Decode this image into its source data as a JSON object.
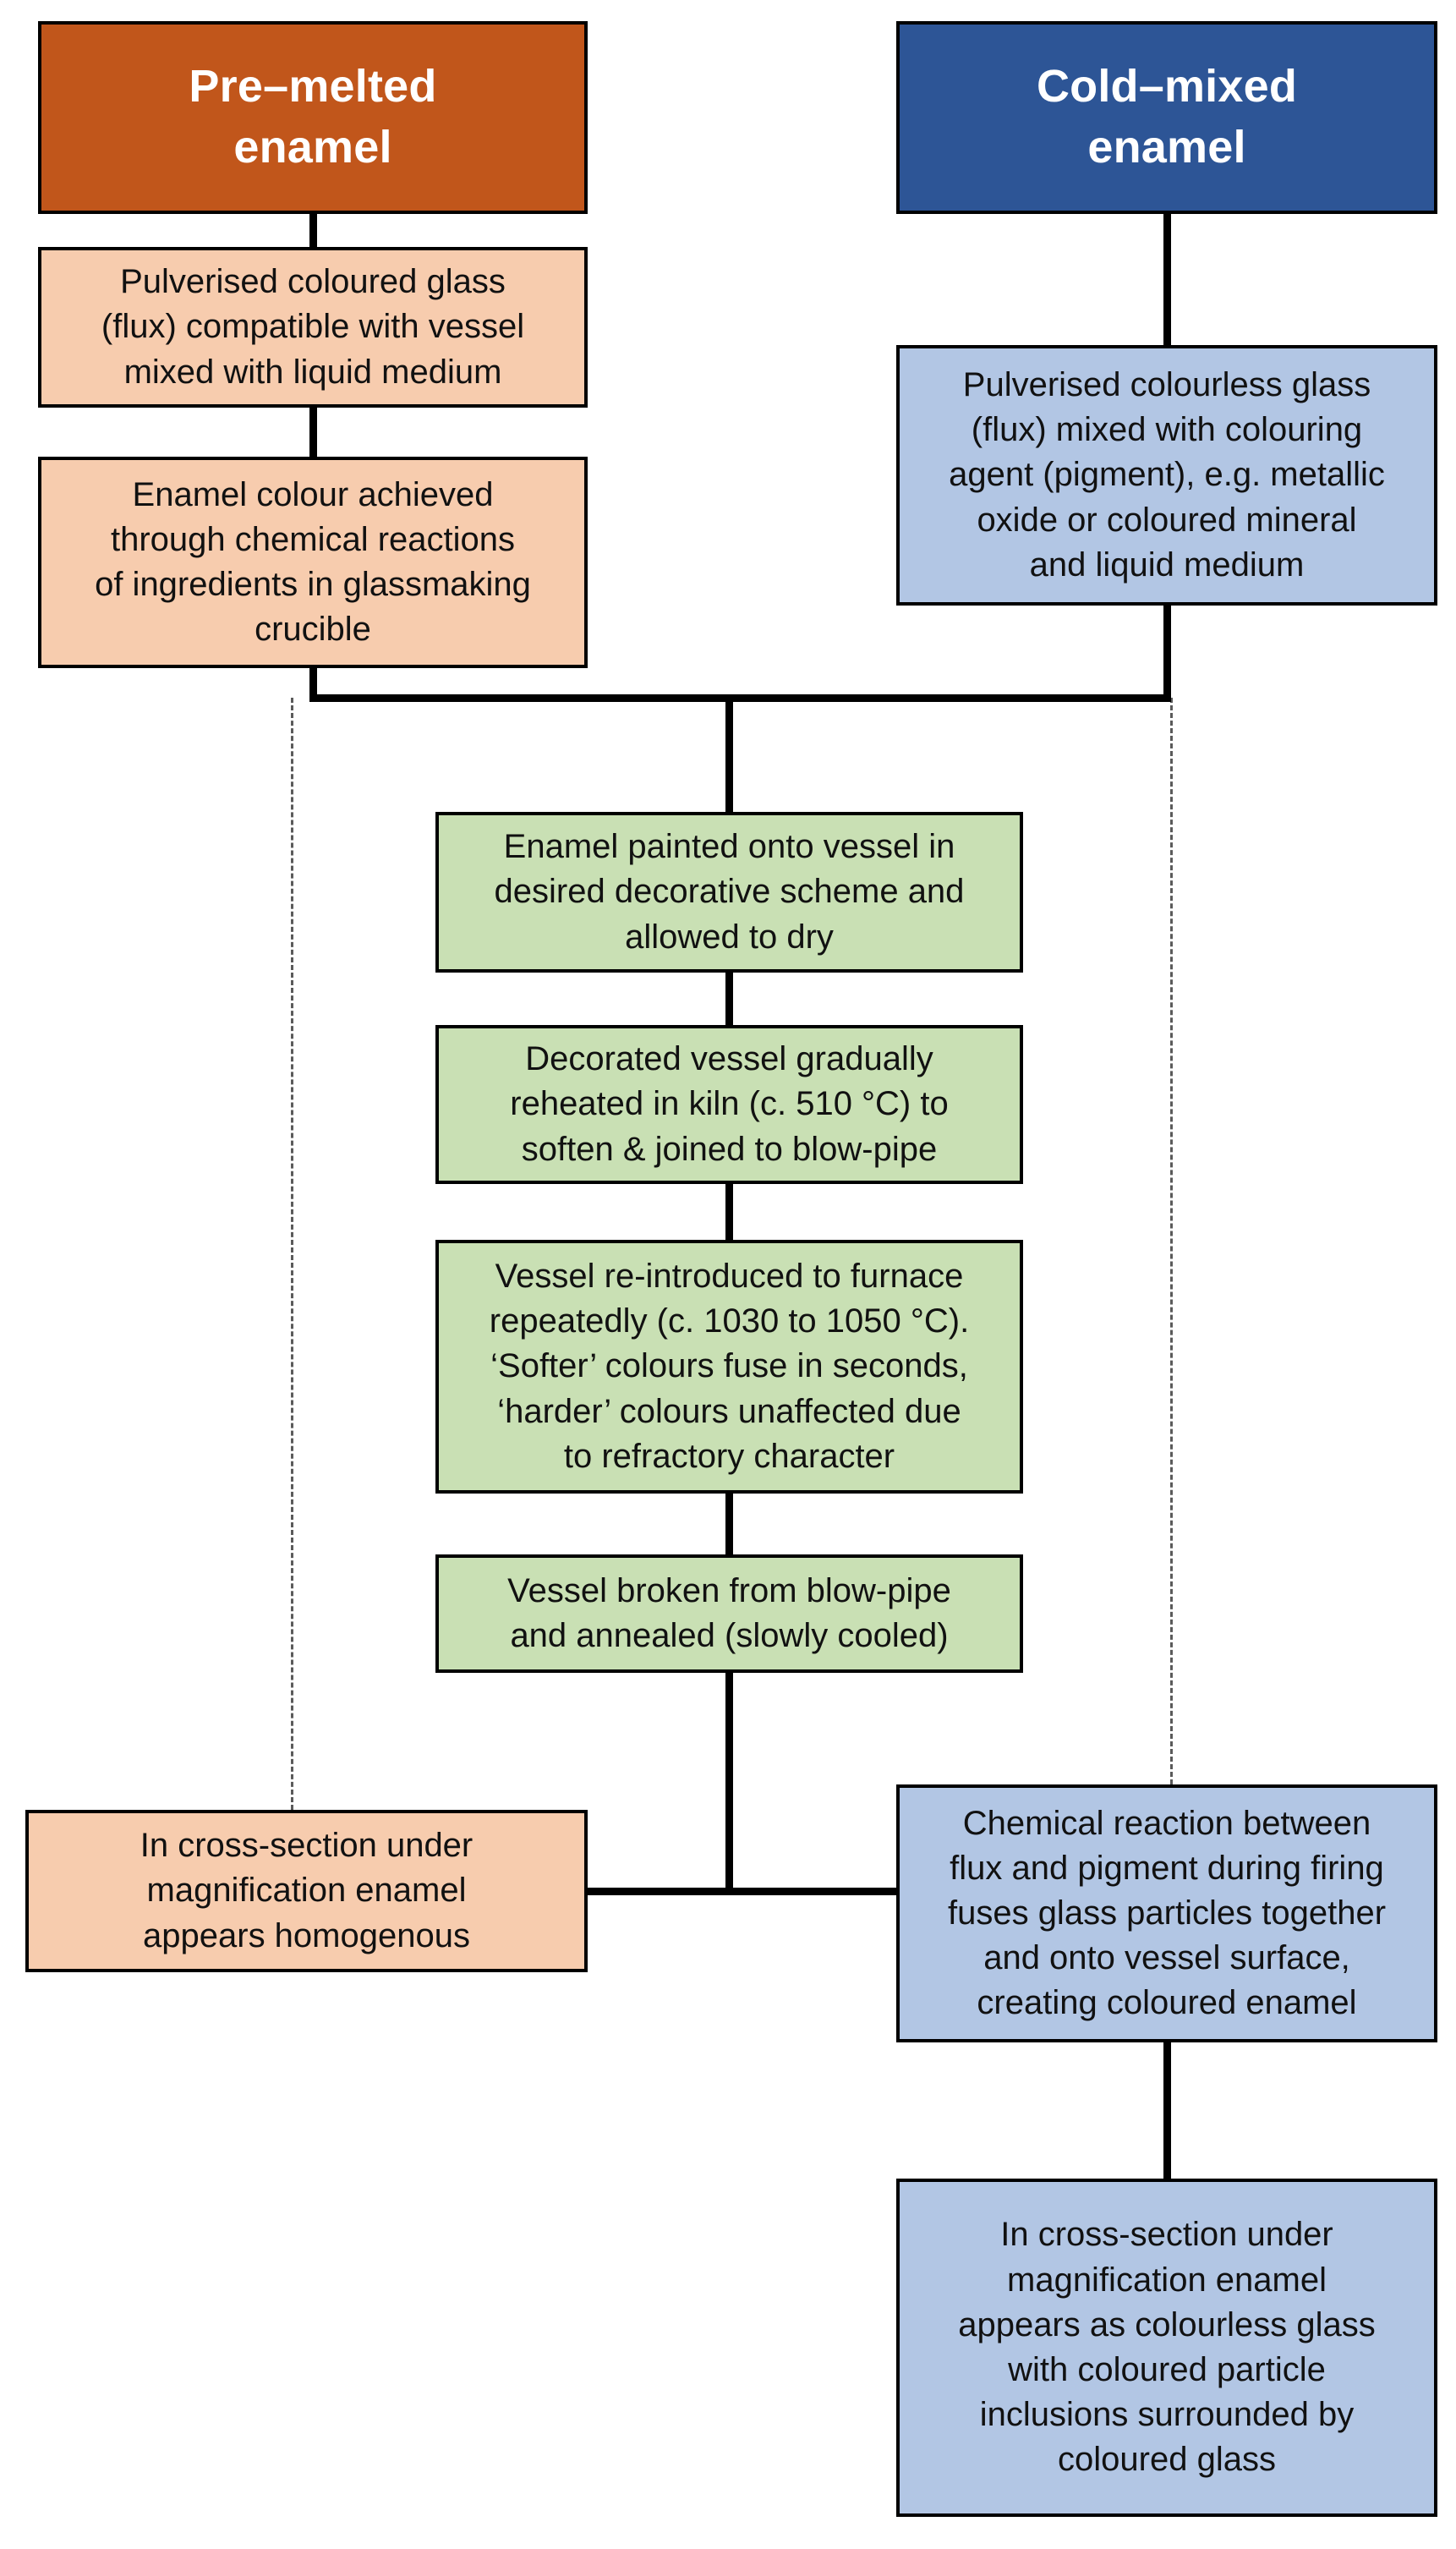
{
  "diagram": {
    "title": "Enamel production flowchart",
    "colors": {
      "premelted_header": "#C1561B",
      "coldmixed_header": "#2D5596",
      "premelted_box": "#F7CCAE",
      "coldmixed_box": "#B2C6E4",
      "shared_box": "#C9E0B4",
      "connector": "#000000",
      "dashed_connector": "#5A5A5A"
    },
    "branches": {
      "left": {
        "header": "Pre–melted\nenamel",
        "steps": [
          "Pulverised coloured glass\n(flux) compatible with vessel\nmixed with liquid medium",
          "Enamel colour achieved\nthrough chemical reactions\nof ingredients in glassmaking\ncrucible"
        ],
        "outcome": "In cross-section under\nmagnification enamel\nappears homogenous"
      },
      "right": {
        "header": "Cold–mixed\nenamel",
        "steps": [
          "Pulverised colourless glass\n(flux) mixed with colouring\nagent (pigment), e.g. metallic\noxide or coloured mineral\nand liquid medium"
        ],
        "outcome_reaction": "Chemical reaction between\nflux and pigment during firing\nfuses glass particles together\nand onto vessel surface,\ncreating coloured enamel",
        "outcome": "In cross-section under\nmagnification enamel\nappears as colourless glass\nwith coloured particle\ninclusions surrounded by\ncoloured glass"
      },
      "shared": {
        "steps": [
          "Enamel painted onto vessel in\ndesired decorative scheme and\nallowed to dry",
          "Decorated vessel gradually\nreheated in kiln (c. 510 °C) to\nsoften & joined to blow-pipe",
          "Vessel re-introduced to furnace\nrepeatedly (c. 1030 to 1050 °C).\n‘Softer’ colours fuse in seconds,\n‘harder’ colours unaffected due\nto refractory character",
          "Vessel broken from blow-pipe\nand annealed (slowly cooled)"
        ]
      }
    }
  },
  "chart_data": {
    "type": "diagram",
    "subtype": "flowchart",
    "title": "Pre–melted vs Cold–mixed enamel production",
    "nodes": [
      {
        "id": "L0",
        "label": "Pre–melted enamel",
        "lane": "left",
        "style": "header-orange"
      },
      {
        "id": "L1",
        "label": "Pulverised coloured glass (flux) compatible with vessel mixed with liquid medium",
        "lane": "left",
        "style": "peach"
      },
      {
        "id": "L2",
        "label": "Enamel colour achieved through chemical reactions of ingredients in glassmaking crucible",
        "lane": "left",
        "style": "peach"
      },
      {
        "id": "R0",
        "label": "Cold–mixed enamel",
        "lane": "right",
        "style": "header-blue"
      },
      {
        "id": "R1",
        "label": "Pulverised colourless glass (flux) mixed with colouring agent (pigment), e.g. metallic oxide or coloured mineral and liquid medium",
        "lane": "right",
        "style": "blue"
      },
      {
        "id": "S1",
        "label": "Enamel painted onto vessel in desired decorative scheme and allowed to dry",
        "lane": "shared",
        "style": "green"
      },
      {
        "id": "S2",
        "label": "Decorated vessel gradually reheated in kiln (c. 510 °C) to soften & joined to blow-pipe",
        "lane": "shared",
        "style": "green"
      },
      {
        "id": "S3",
        "label": "Vessel re-introduced to furnace repeatedly (c. 1030 to 1050 °C). ‘Softer’ colours fuse in seconds, ‘harder’ colours unaffected due to refractory character",
        "lane": "shared",
        "style": "green"
      },
      {
        "id": "S4",
        "label": "Vessel broken from blow-pipe and annealed (slowly cooled)",
        "lane": "shared",
        "style": "green"
      },
      {
        "id": "L3",
        "label": "In cross-section under magnification enamel appears homogenous",
        "lane": "left",
        "style": "peach"
      },
      {
        "id": "R2",
        "label": "Chemical reaction between flux and pigment during firing fuses glass particles together and onto vessel surface, creating coloured enamel",
        "lane": "right",
        "style": "blue"
      },
      {
        "id": "R3",
        "label": "In cross-section under magnification enamel appears as colourless glass with coloured particle inclusions surrounded by coloured glass",
        "lane": "right",
        "style": "blue"
      }
    ],
    "edges": [
      {
        "from": "L0",
        "to": "L1",
        "style": "solid"
      },
      {
        "from": "L1",
        "to": "L2",
        "style": "solid"
      },
      {
        "from": "R0",
        "to": "R1",
        "style": "solid"
      },
      {
        "from": "L2",
        "to": "S1",
        "style": "solid-merge"
      },
      {
        "from": "R1",
        "to": "S1",
        "style": "solid-merge"
      },
      {
        "from": "S1",
        "to": "S2",
        "style": "solid"
      },
      {
        "from": "S2",
        "to": "S3",
        "style": "solid"
      },
      {
        "from": "S3",
        "to": "S4",
        "style": "solid"
      },
      {
        "from": "S4",
        "to": "L3",
        "style": "solid-split"
      },
      {
        "from": "S4",
        "to": "R2",
        "style": "solid-split"
      },
      {
        "from": "R2",
        "to": "R3",
        "style": "solid"
      },
      {
        "from": "L2",
        "to": "L3",
        "style": "dashed-lane"
      },
      {
        "from": "R1",
        "to": "R2",
        "style": "dashed-lane"
      }
    ],
    "temperatures": [
      {
        "stage": "kiln reheat",
        "value": 510,
        "unit": "°C",
        "qualifier": "c."
      },
      {
        "stage": "furnace",
        "value_min": 1030,
        "value_max": 1050,
        "unit": "°C",
        "qualifier": "c."
      }
    ],
    "legend_position": "none",
    "grid": false
  }
}
